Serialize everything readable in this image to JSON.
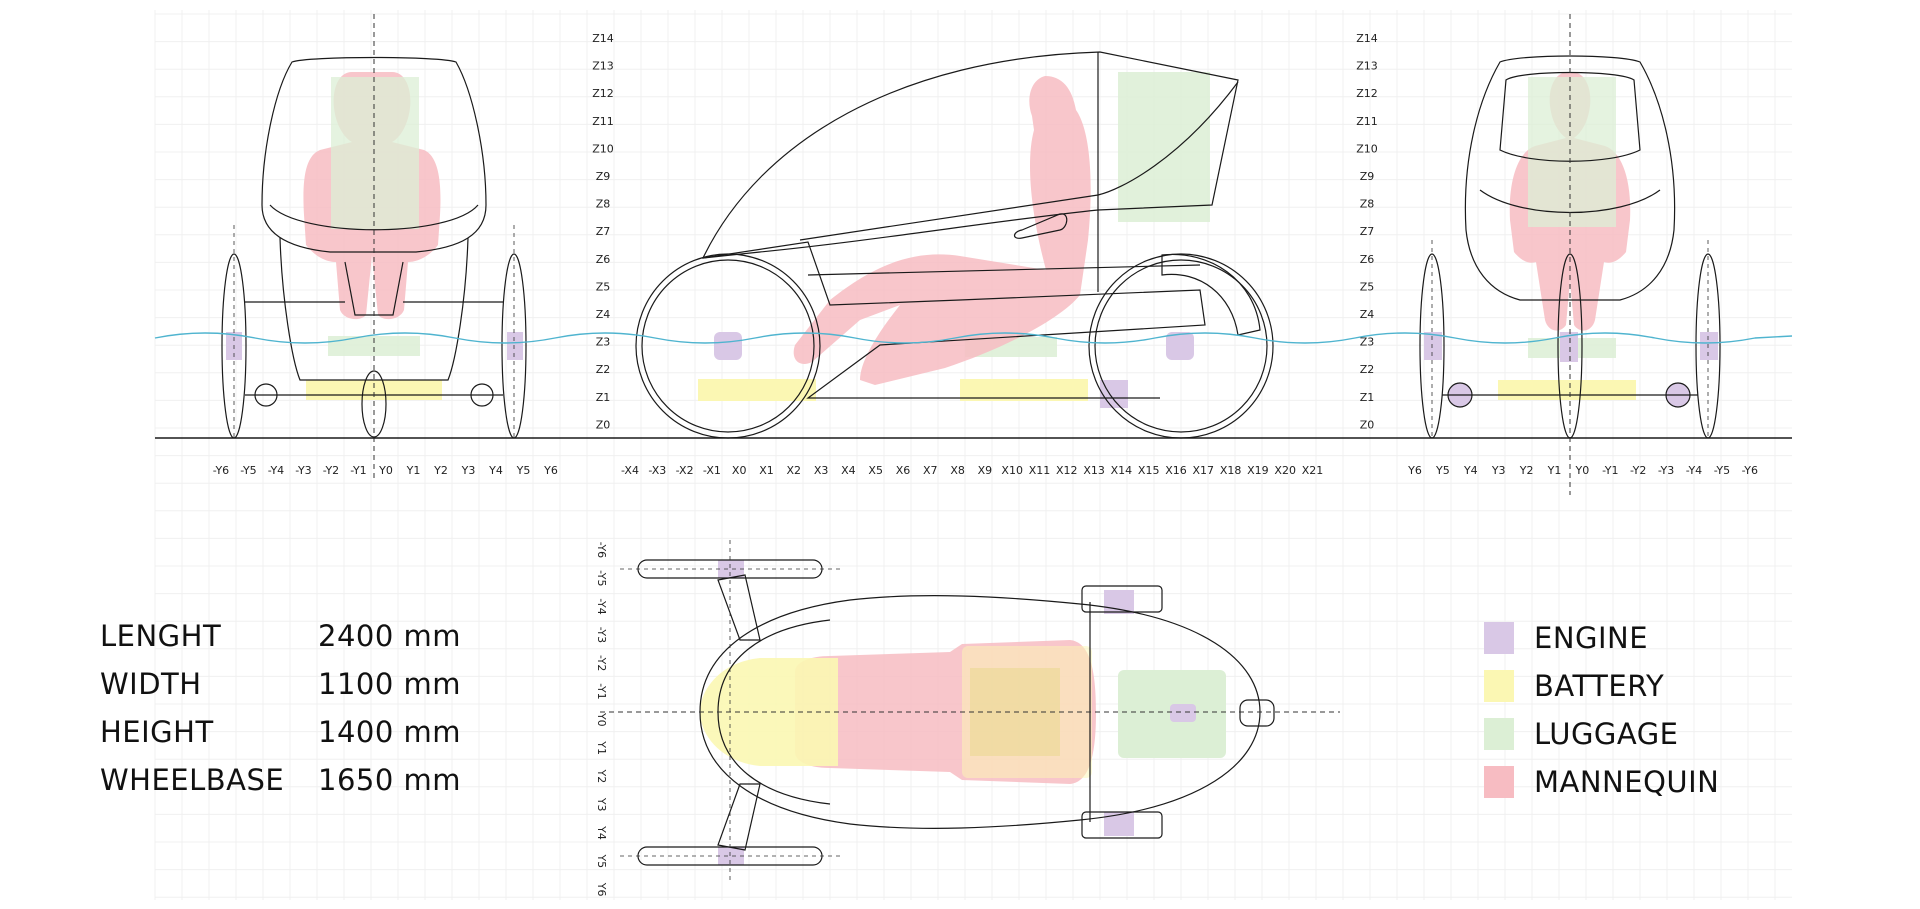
{
  "colors": {
    "engine": "#d9c8e6",
    "battery": "#fbf7b3",
    "luggage": "#dcefd5",
    "mannequin": "#f7bcc2",
    "waterline": "#4fb4cf",
    "outline": "#1a1a1a"
  },
  "specs": [
    {
      "label": "LENGHT",
      "value": "2400 mm"
    },
    {
      "label": "WIDTH",
      "value": "1100 mm"
    },
    {
      "label": "HEIGHT",
      "value": "1400 mm"
    },
    {
      "label": "WHEELBASE",
      "value": "1650 mm"
    }
  ],
  "legend": [
    {
      "label": "ENGINE",
      "color": "#d9c8e6"
    },
    {
      "label": "BATTERY",
      "color": "#fbf7b3"
    },
    {
      "label": "LUGGAGE",
      "color": "#dcefd5"
    },
    {
      "label": "MANNEQUIN",
      "color": "#f7bcc2"
    }
  ],
  "axes": {
    "front_y": [
      "-Y6",
      "-Y5",
      "-Y4",
      "-Y3",
      "-Y2",
      "-Y1",
      "Y0",
      "Y1",
      "Y2",
      "Y3",
      "Y4",
      "Y5",
      "Y6"
    ],
    "side_x": [
      "-X4",
      "-X3",
      "-X2",
      "-X1",
      "X0",
      "X1",
      "X2",
      "X3",
      "X4",
      "X5",
      "X6",
      "X7",
      "X8",
      "X9",
      "X10",
      "X11",
      "X12",
      "X13",
      "X14",
      "X15",
      "X16",
      "X17",
      "X18",
      "X19",
      "X20",
      "X21"
    ],
    "rear_y": [
      "Y6",
      "Y5",
      "Y4",
      "Y3",
      "Y2",
      "Y1",
      "Y0",
      "-Y1",
      "-Y2",
      "-Y3",
      "-Y4",
      "-Y5",
      "-Y6"
    ],
    "z": [
      "Z14",
      "Z13",
      "Z12",
      "Z11",
      "Z10",
      "Z9",
      "Z8",
      "Z7",
      "Z6",
      "Z5",
      "Z4",
      "Z3",
      "Z2",
      "Z1",
      "Z0"
    ],
    "top_y": [
      "-Y6",
      "-Y5",
      "-Y4",
      "-Y3",
      "-Y2",
      "-Y1",
      "Y0",
      "Y1",
      "Y2",
      "Y3",
      "Y4",
      "Y5",
      "Y6"
    ]
  }
}
